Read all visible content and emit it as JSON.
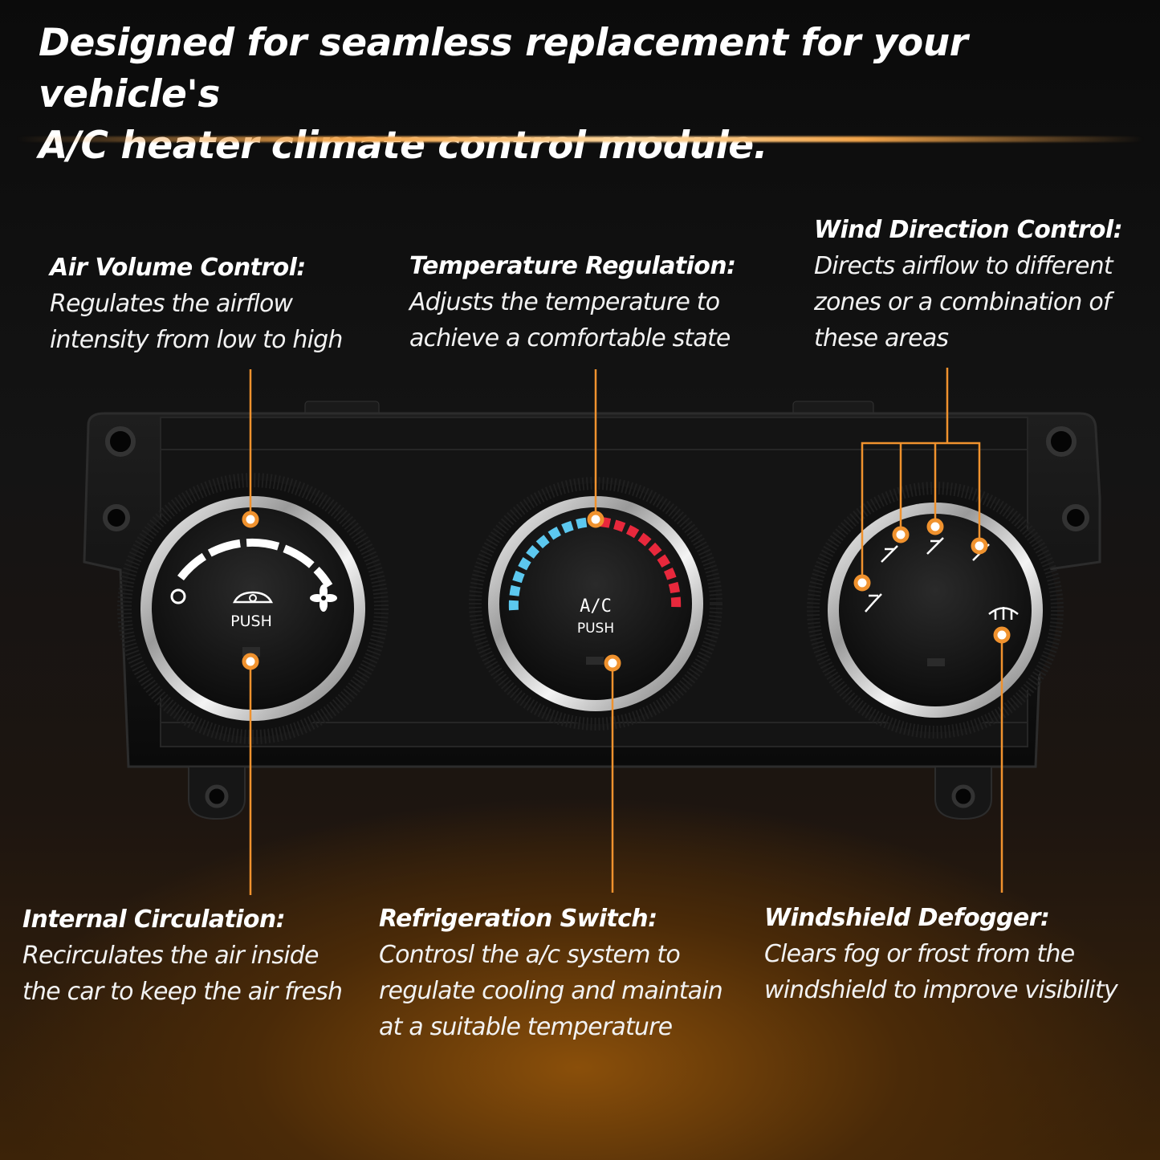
{
  "headline": {
    "line1": "Designed for seamless replacement for your vehicle's",
    "line2": "A/C heater climate control module."
  },
  "callouts": {
    "air_volume": {
      "title": "Air Volume Control:",
      "line1": "Regulates the airflow",
      "line2": "intensity from low to high"
    },
    "temperature": {
      "title": "Temperature Regulation:",
      "line1": "Adjusts the temperature to",
      "line2": "achieve a comfortable state"
    },
    "wind_direction": {
      "title": "Wind Direction Control:",
      "line1": "Directs airflow to different",
      "line2": "zones or a combination of",
      "line3": "these areas"
    },
    "internal_circulation": {
      "title": "Internal Circulation:",
      "line1": "Recirculates the air inside",
      "line2": "the car to keep the air fresh"
    },
    "refrigeration": {
      "title": "Refrigeration Switch:",
      "line1": "Controsl the a/c system to",
      "line2": "regulate cooling and maintain",
      "line3": "at a suitable temperature"
    },
    "defogger": {
      "title": "Windshield Defogger:",
      "line1": "Clears fog or frost from the",
      "line2": "windshield to improve visibility"
    }
  },
  "knobs": {
    "left": {
      "label": "PUSH",
      "icons": [
        "off-icon",
        "recirculation-icon",
        "fan-icon"
      ]
    },
    "center": {
      "label_top": "A/C",
      "label_bottom": "PUSH"
    },
    "right": {
      "icons": [
        "panel-vent-icon",
        "bi-level-vent-icon",
        "floor-vent-icon",
        "floor-defrost-icon",
        "defrost-icon"
      ]
    }
  },
  "colors": {
    "accent_orange": "#f0922e",
    "cold_blue": "#5cc8ef",
    "hot_red": "#e8283c",
    "panel_black": "#111111"
  }
}
